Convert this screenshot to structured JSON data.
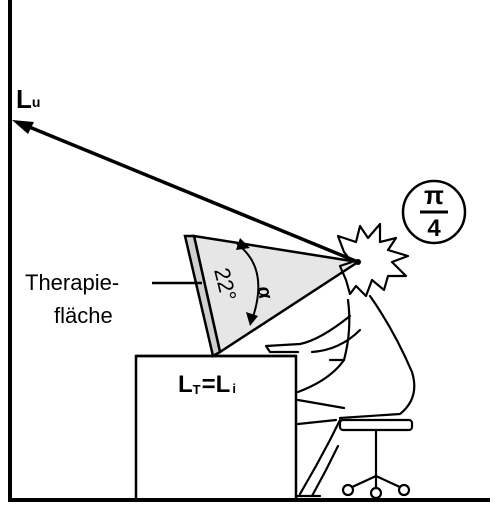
{
  "labels": {
    "l_upper_main": "L",
    "l_upper_sub": "u",
    "therapy_line1": "Therapie-",
    "therapy_line2": "fläche",
    "lt_main_1": "L",
    "lt_sub_1": "T",
    "lt_eq": "=",
    "lt_main_2": "L",
    "lt_sub_2": "i",
    "alpha": "α",
    "angle": "22°",
    "pi_top": "π",
    "pi_bottom": "4"
  },
  "colors": {
    "ink": "#000000",
    "cone_fill": "#e6e6e6",
    "background": "#ffffff"
  }
}
